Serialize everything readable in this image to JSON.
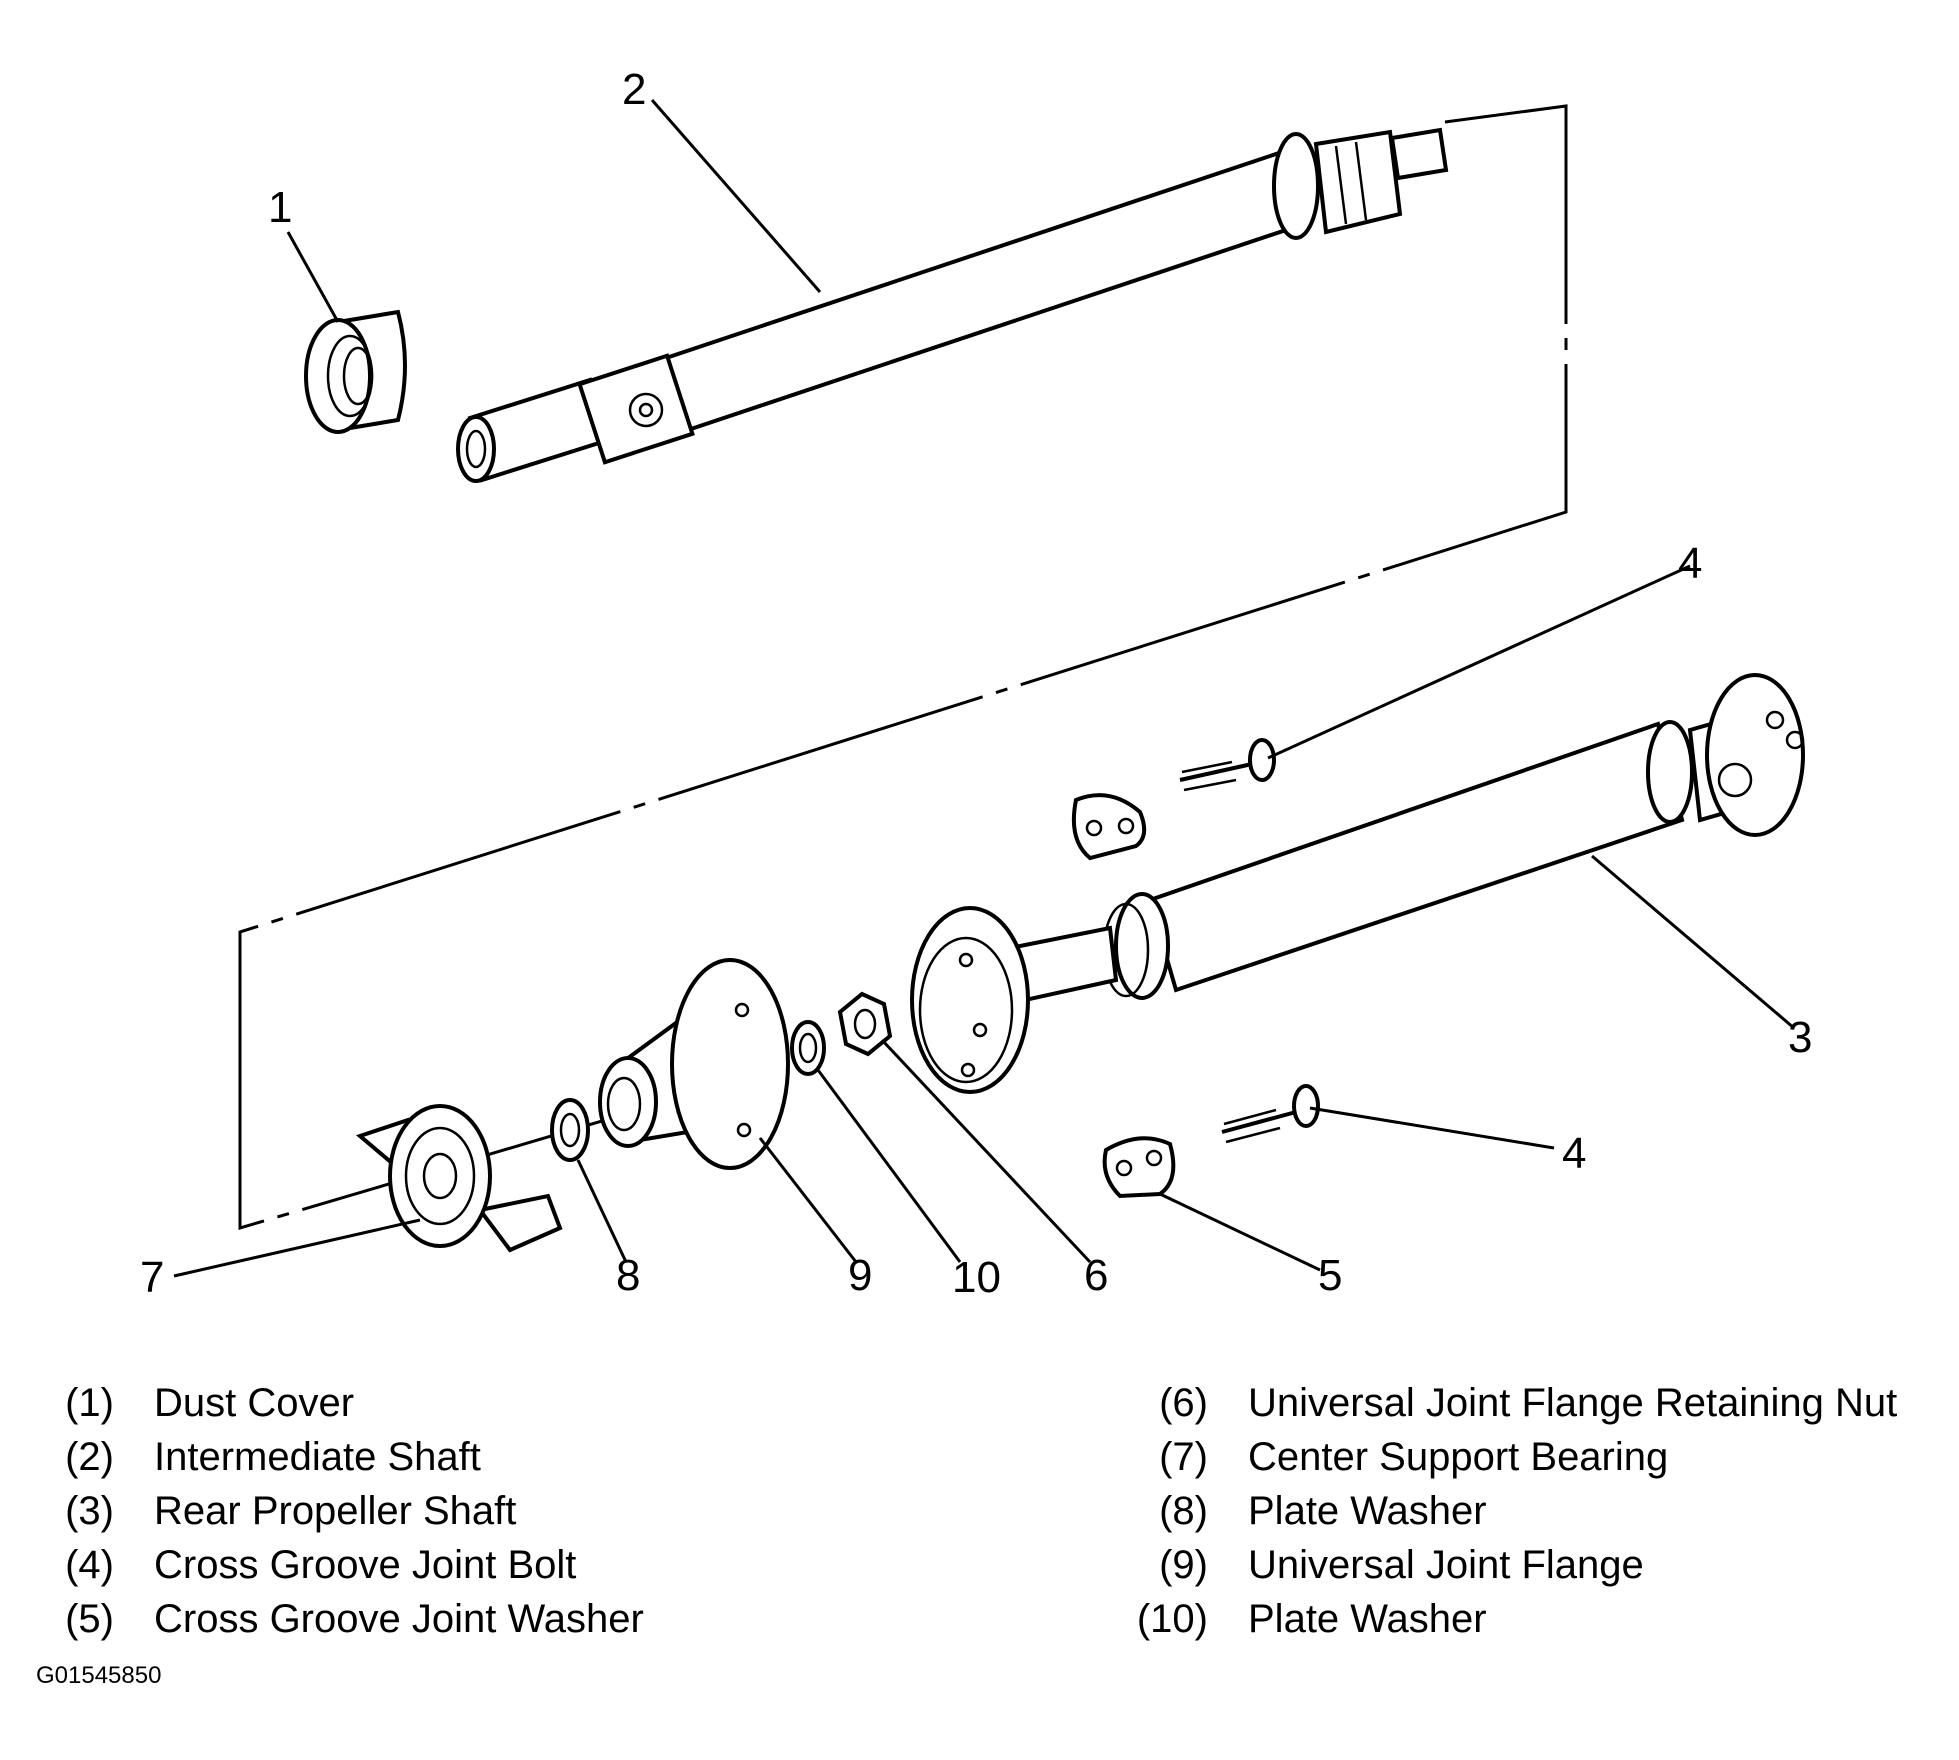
{
  "callouts": {
    "c1": "1",
    "c2": "2",
    "c3": "3",
    "c4a": "4",
    "c4b": "4",
    "c5": "5",
    "c6": "6",
    "c7": "7",
    "c8": "8",
    "c9": "9",
    "c10": "10"
  },
  "legend": {
    "left": [
      {
        "num": "(1)",
        "label": "Dust Cover"
      },
      {
        "num": "(2)",
        "label": "Intermediate Shaft"
      },
      {
        "num": "(3)",
        "label": "Rear Propeller Shaft"
      },
      {
        "num": "(4)",
        "label": "Cross Groove Joint Bolt"
      },
      {
        "num": "(5)",
        "label": "Cross Groove Joint Washer"
      }
    ],
    "right": [
      {
        "num": "(6)",
        "label": "Universal Joint Flange Retaining Nut"
      },
      {
        "num": "(7)",
        "label": "Center Support Bearing"
      },
      {
        "num": "(8)",
        "label": "Plate Washer"
      },
      {
        "num": "(9)",
        "label": "Universal Joint Flange"
      },
      {
        "num": "(10)",
        "label": "Plate Washer"
      }
    ]
  },
  "figure_id": "G01545850"
}
